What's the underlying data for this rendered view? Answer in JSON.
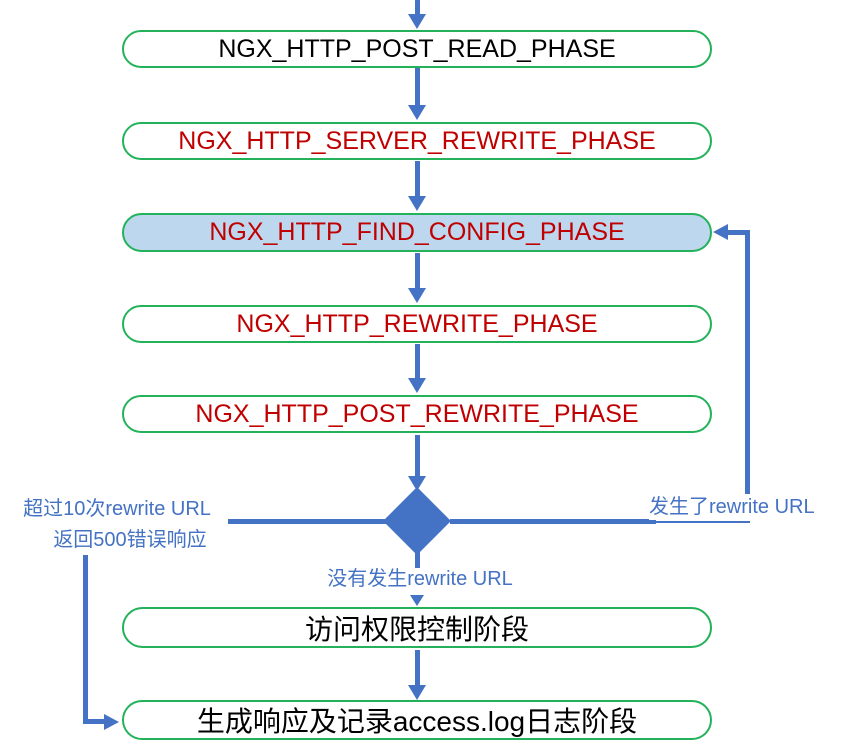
{
  "diagram": {
    "type": "flowchart",
    "topic": "nginx HTTP request processing phases",
    "colors": {
      "arrow": "#4472C4",
      "node_border": "#23B25A",
      "highlight_fill": "#BDD7EE",
      "phase_text_red": "#C00000",
      "phase_text_black": "#000000",
      "edge_label_text": "#4472C4"
    },
    "nodes": [
      {
        "id": "post_read",
        "label": "NGX_HTTP_POST_READ_PHASE"
      },
      {
        "id": "server_rewrite",
        "label": "NGX_HTTP_SERVER_REWRITE_PHASE"
      },
      {
        "id": "find_config",
        "label": "NGX_HTTP_FIND_CONFIG_PHASE"
      },
      {
        "id": "rewrite",
        "label": "NGX_HTTP_REWRITE_PHASE"
      },
      {
        "id": "post_rewrite",
        "label": "NGX_HTTP_POST_REWRITE_PHASE"
      },
      {
        "id": "access_control",
        "label": "访问权限控制阶段"
      },
      {
        "id": "content_log",
        "label": "生成响应及记录access.log日志阶段"
      }
    ],
    "decision": {
      "shape": "diamond",
      "fill": "#4472C4"
    },
    "edge_labels": {
      "rewrite_occurred": "发生了rewrite URL",
      "no_rewrite": "没有发生rewrite URL",
      "exceed_limit_line1": "超过10次rewrite URL",
      "exceed_limit_line2": "返回500错误响应"
    }
  }
}
